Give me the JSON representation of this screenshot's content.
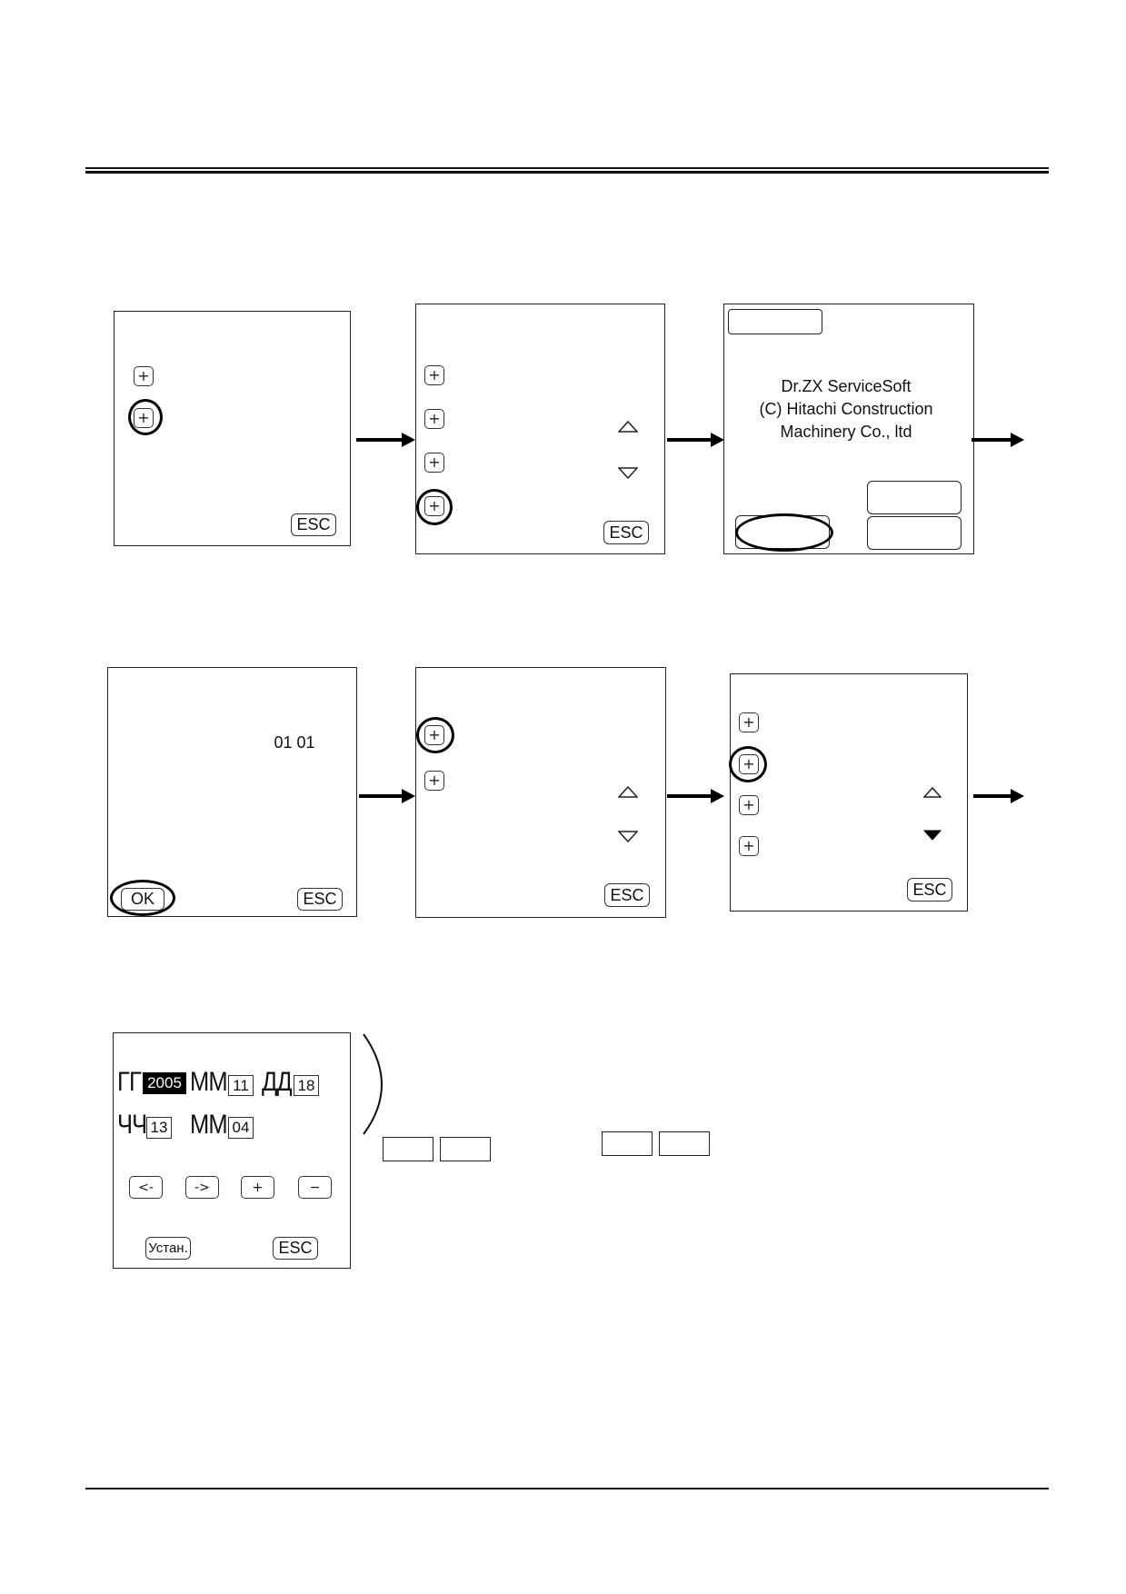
{
  "labels": {
    "esc": "ESC",
    "ok": "OK",
    "dr_line1": "Dr.ZX ServiceSoft",
    "dr_line2": "(C) Hitachi Construction",
    "dr_line3": "Machinery Co., ltd",
    "time_value": "01 01",
    "set_button": "Устан."
  },
  "date_screen": {
    "year_label": "ГГ",
    "year_value": "2005",
    "month_label": "ММ",
    "month_value": "11",
    "day_label": "ДД",
    "day_value": "18",
    "hour_label": "ЧЧ",
    "hour_value": "13",
    "minute_label": "ММ",
    "minute_value": "04",
    "left_button": "<-",
    "right_button": "->",
    "plus_button": "+",
    "minus_button": "−"
  },
  "icons": {
    "plus": "+"
  }
}
